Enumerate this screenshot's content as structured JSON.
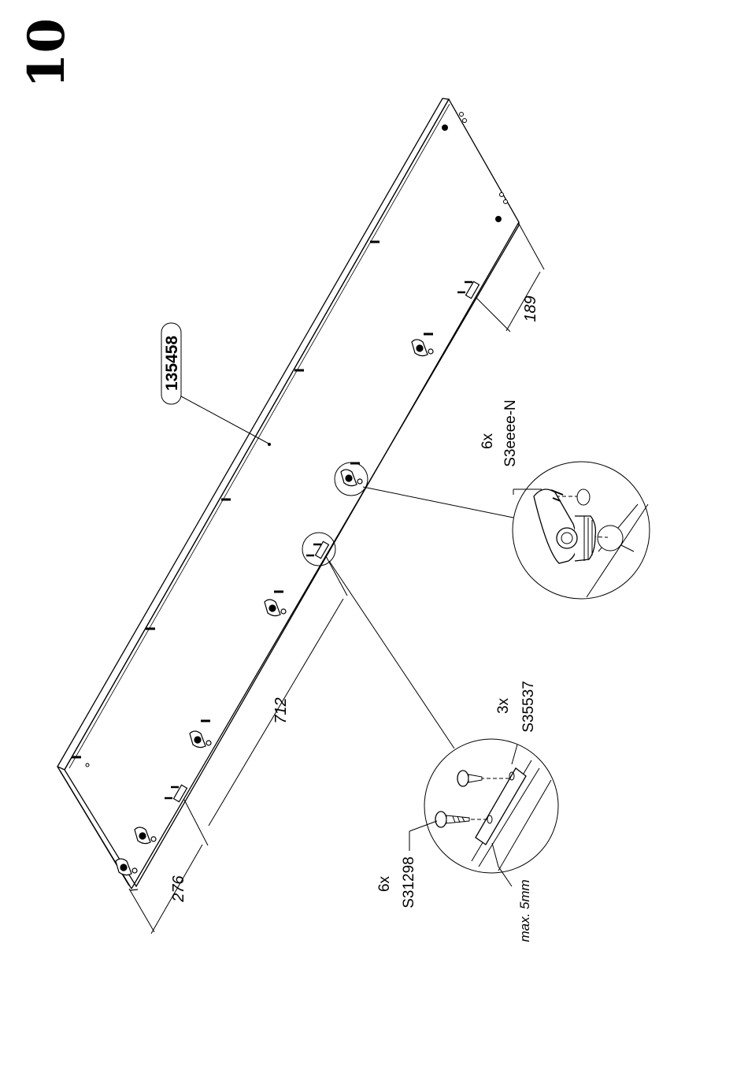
{
  "step": "10",
  "panel_part_number": "135458",
  "dimensions": {
    "d1": "189",
    "d2": "712",
    "d3": "276",
    "max_depth": "max. 5mm"
  },
  "cam_fitting": {
    "qty": "6x",
    "code": "S3eeee-N"
  },
  "plate": {
    "qty": "3x",
    "code": "S35537"
  },
  "screw": {
    "qty": "6x",
    "code": "S31298"
  }
}
